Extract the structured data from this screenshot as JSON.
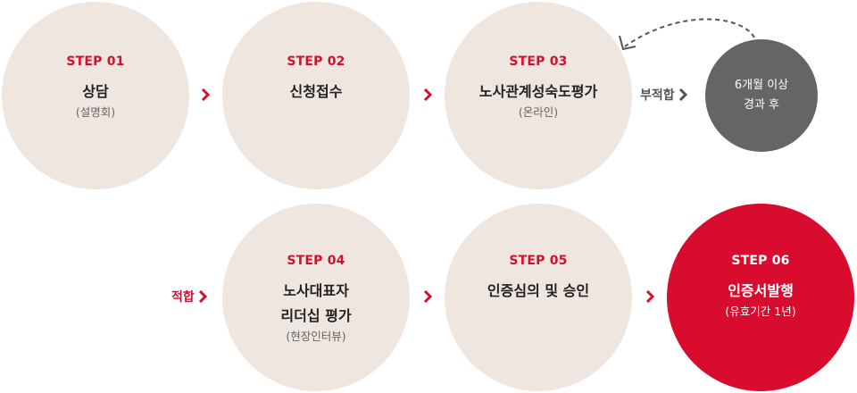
{
  "colors": {
    "accent": "#d70c2f",
    "circle_bg": "#efe6e0",
    "gray_circle": "#656565"
  },
  "steps": [
    {
      "no": "STEP 01",
      "title": "상담",
      "title2": "",
      "sub": "(설명회)"
    },
    {
      "no": "STEP 02",
      "title": "신청접수",
      "title2": "",
      "sub": ""
    },
    {
      "no": "STEP 03",
      "title": "노사관계성숙도평가",
      "title2": "",
      "sub": "(온라인)"
    },
    {
      "no": "STEP 04",
      "title": "노사대표자",
      "title2": "리더십 평가",
      "sub": "(현장인터뷰)"
    },
    {
      "no": "STEP 05",
      "title": "인증심의 및 승인",
      "title2": "",
      "sub": ""
    },
    {
      "no": "STEP 06",
      "title": "인증서발행",
      "title2": "",
      "sub": "(유효기간 1년)"
    }
  ],
  "fail": {
    "label": "부적합",
    "line1": "6개월 이상",
    "line2": "경과 후"
  },
  "pass": {
    "label": "적합"
  },
  "icons": {
    "arrow": "chevron-right-icon",
    "return": "dashed-return-arrow-icon"
  }
}
